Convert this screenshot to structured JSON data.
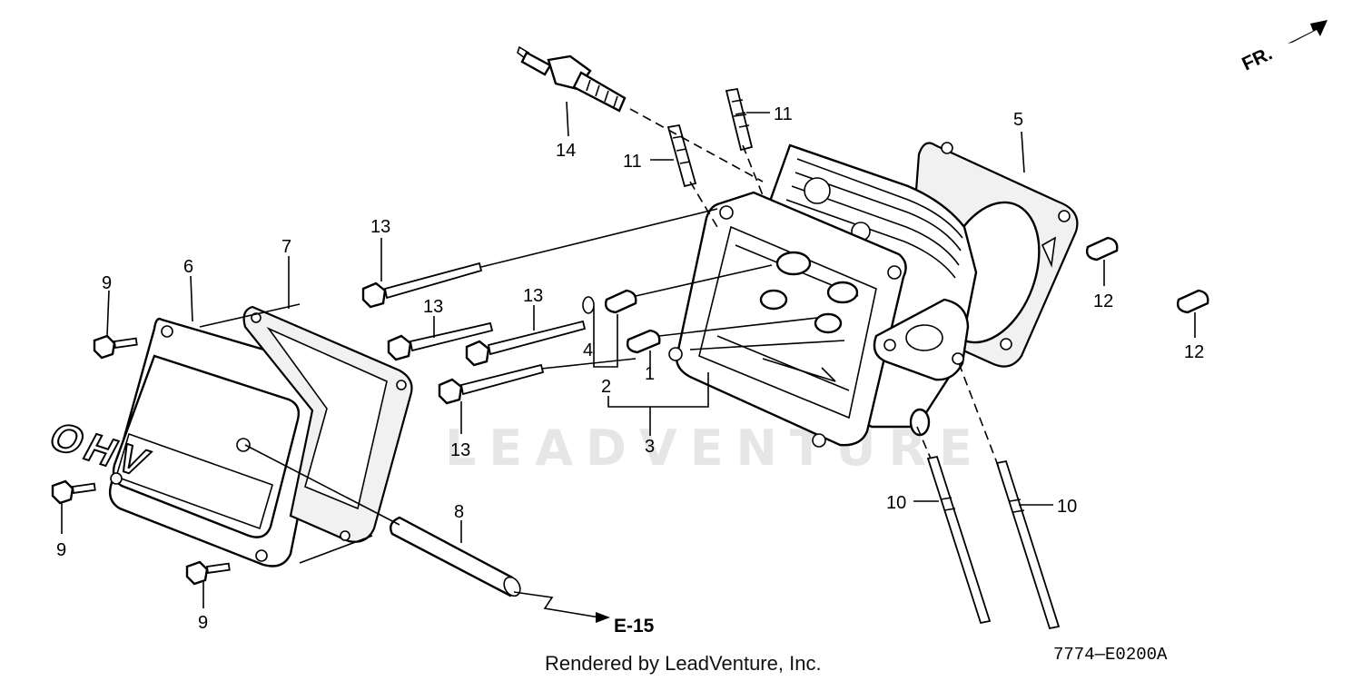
{
  "watermark": "LEADVENTURE",
  "direction_label": "FR.",
  "cover_embossed_text": "OHV",
  "reference_label": "E-15",
  "figure_code": "7774—E0200A",
  "footer_text": "Rendered by LeadVenture, Inc.",
  "callouts": {
    "c1": "1",
    "c2": "2",
    "c3": "3",
    "c4": "4",
    "c5": "5",
    "c6": "6",
    "c7": "7",
    "c8": "8",
    "c9a": "9",
    "c9b": "9",
    "c9c": "9",
    "c10a": "10",
    "c10b": "10",
    "c11a": "11",
    "c11b": "11",
    "c12a": "12",
    "c12b": "12",
    "c13a": "13",
    "c13b": "13",
    "c13c": "13",
    "c13d": "13",
    "c14": "14"
  }
}
